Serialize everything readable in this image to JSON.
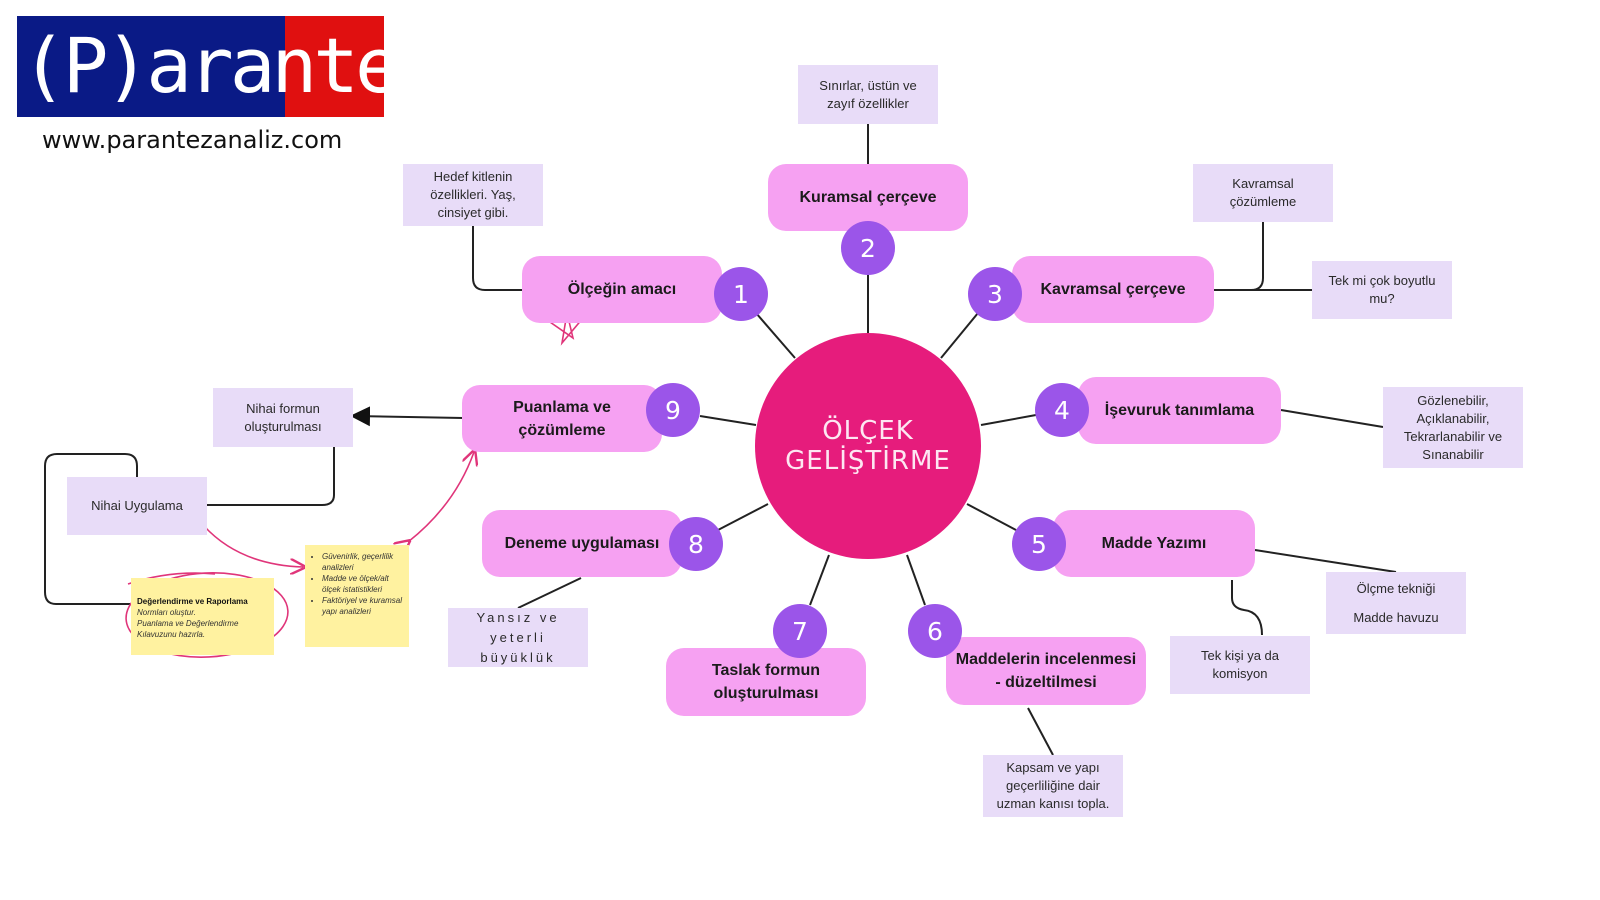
{
  "brand": {
    "logo_text": "(P)arantez",
    "url": "www.parantezanaliz.com"
  },
  "center": {
    "line1": "ÖLÇEK",
    "line2": "GELİŞTİRME"
  },
  "steps": [
    {
      "number": "1",
      "label": "Ölçeğin  amacı"
    },
    {
      "number": "2",
      "label": "Kuramsal çerçeve"
    },
    {
      "number": "3",
      "label": "Kavramsal çerçeve"
    },
    {
      "number": "4",
      "label": "İşevuruk tanımlama"
    },
    {
      "number": "5",
      "label": "Madde Yazımı"
    },
    {
      "number": "6",
      "label": "Maddelerin incelenmesi - düzeltilmesi"
    },
    {
      "number": "7",
      "label": "Taslak formun oluşturulması"
    },
    {
      "number": "8",
      "label": "Deneme uygulaması"
    },
    {
      "number": "9",
      "label": "Puanlama ve çözümleme"
    }
  ],
  "notes": {
    "theory": "Sınırlar, üstün ve zayıf özellikler",
    "target": "Hedef kitlenin özellikleri. Yaş, cinsiyet gibi.",
    "concept_analysis": "Kavramsal çözümleme",
    "dimensionality": "Tek mi çok boyutlu mu?",
    "operational": "Gözlenebilir, Açıklanabilir, Tekrarlanabilir ve Sınanabilir",
    "technique": "Ölçme tekniği",
    "item_pool": "Madde havuzu",
    "writer": "Tek kişi ya da komisyon",
    "expert": "Kapsam ve yapı geçerliliğine dair uzman kanısı topla.",
    "sample": "Yansız ve yeterli büyüklük",
    "final_form": "Nihai formun oluşturulması",
    "final_application": "Nihai Uygulama"
  },
  "sticky_report": {
    "title": "Değerlendirme ve Raporlama",
    "lines": [
      "Normları oluştur.",
      "Puanlama ve Değerlendirme",
      "Kılavuzunu hazırla."
    ]
  },
  "sticky_analysis": {
    "items": [
      "Güvenirlik, geçerlilik analizleri",
      "Madde ve ölçek/alt ölçek istatistikleri",
      "Faktöriyel ve kuramsal yapı analizleri"
    ]
  },
  "colors": {
    "pill": "#f6a1f2",
    "number_circle": "#9b55e9",
    "center": "#e61c7c",
    "note": "#e8dcf8",
    "sticky": "#fff2a0",
    "annotation": "#e0357a"
  }
}
